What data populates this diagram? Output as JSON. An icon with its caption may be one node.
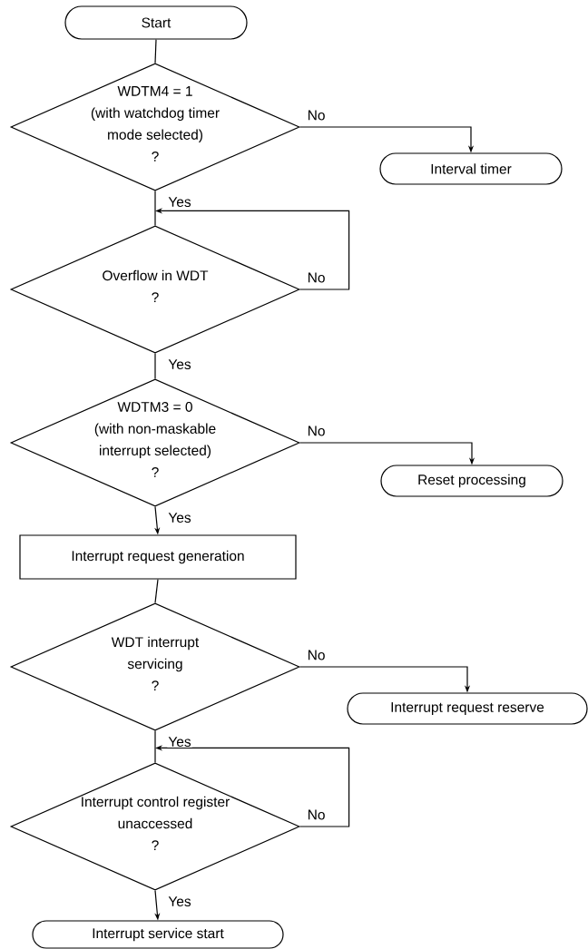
{
  "diagram": {
    "nodes": [
      {
        "text": [
          "Start"
        ]
      },
      {
        "text": [
          "WDTM4 = 1",
          "(with watchdog timer mode selected)",
          "?"
        ]
      },
      {
        "text": [
          "Interval timer"
        ]
      },
      {
        "text": [
          "Overflow in WDT",
          "?"
        ]
      },
      {
        "text": [
          "WDTM3 = 0",
          "(with non-maskable interrupt selected)",
          "?"
        ]
      },
      {
        "text": [
          "Reset processing"
        ]
      },
      {
        "text": [
          "Interrupt request generation"
        ]
      },
      {
        "text": [
          "WDT interrupt servicing",
          "?"
        ]
      },
      {
        "text": [
          "Interrupt request reserve"
        ]
      },
      {
        "text": [
          "Interrupt control register unaccessed",
          "?"
        ]
      },
      {
        "text": [
          "Interrupt service start"
        ]
      }
    ],
    "edges": [
      {
        "from": 0,
        "to": 1,
        "arrow": "none"
      },
      {
        "from": 1,
        "to": 2,
        "arrow": "to",
        "label": "No"
      },
      {
        "from": 1,
        "to": 3,
        "arrow": "none",
        "label": "Yes"
      },
      {
        "from": 3,
        "to": 3,
        "arrow": "to",
        "label": "No"
      },
      {
        "from": 3,
        "to": 4,
        "arrow": "none",
        "label": "Yes"
      },
      {
        "from": 4,
        "to": 5,
        "arrow": "to",
        "label": "No"
      },
      {
        "from": 4,
        "to": 6,
        "arrow": "to",
        "label": "Yes"
      },
      {
        "from": 6,
        "to": 7,
        "arrow": "none"
      },
      {
        "from": 7,
        "to": 8,
        "arrow": "to",
        "label": "No"
      },
      {
        "from": 7,
        "to": 9,
        "arrow": "none",
        "label": "Yes"
      },
      {
        "from": 9,
        "to": 9,
        "arrow": "to",
        "label": "No"
      },
      {
        "from": 9,
        "to": 10,
        "arrow": "to",
        "label": "Yes"
      }
    ]
  }
}
